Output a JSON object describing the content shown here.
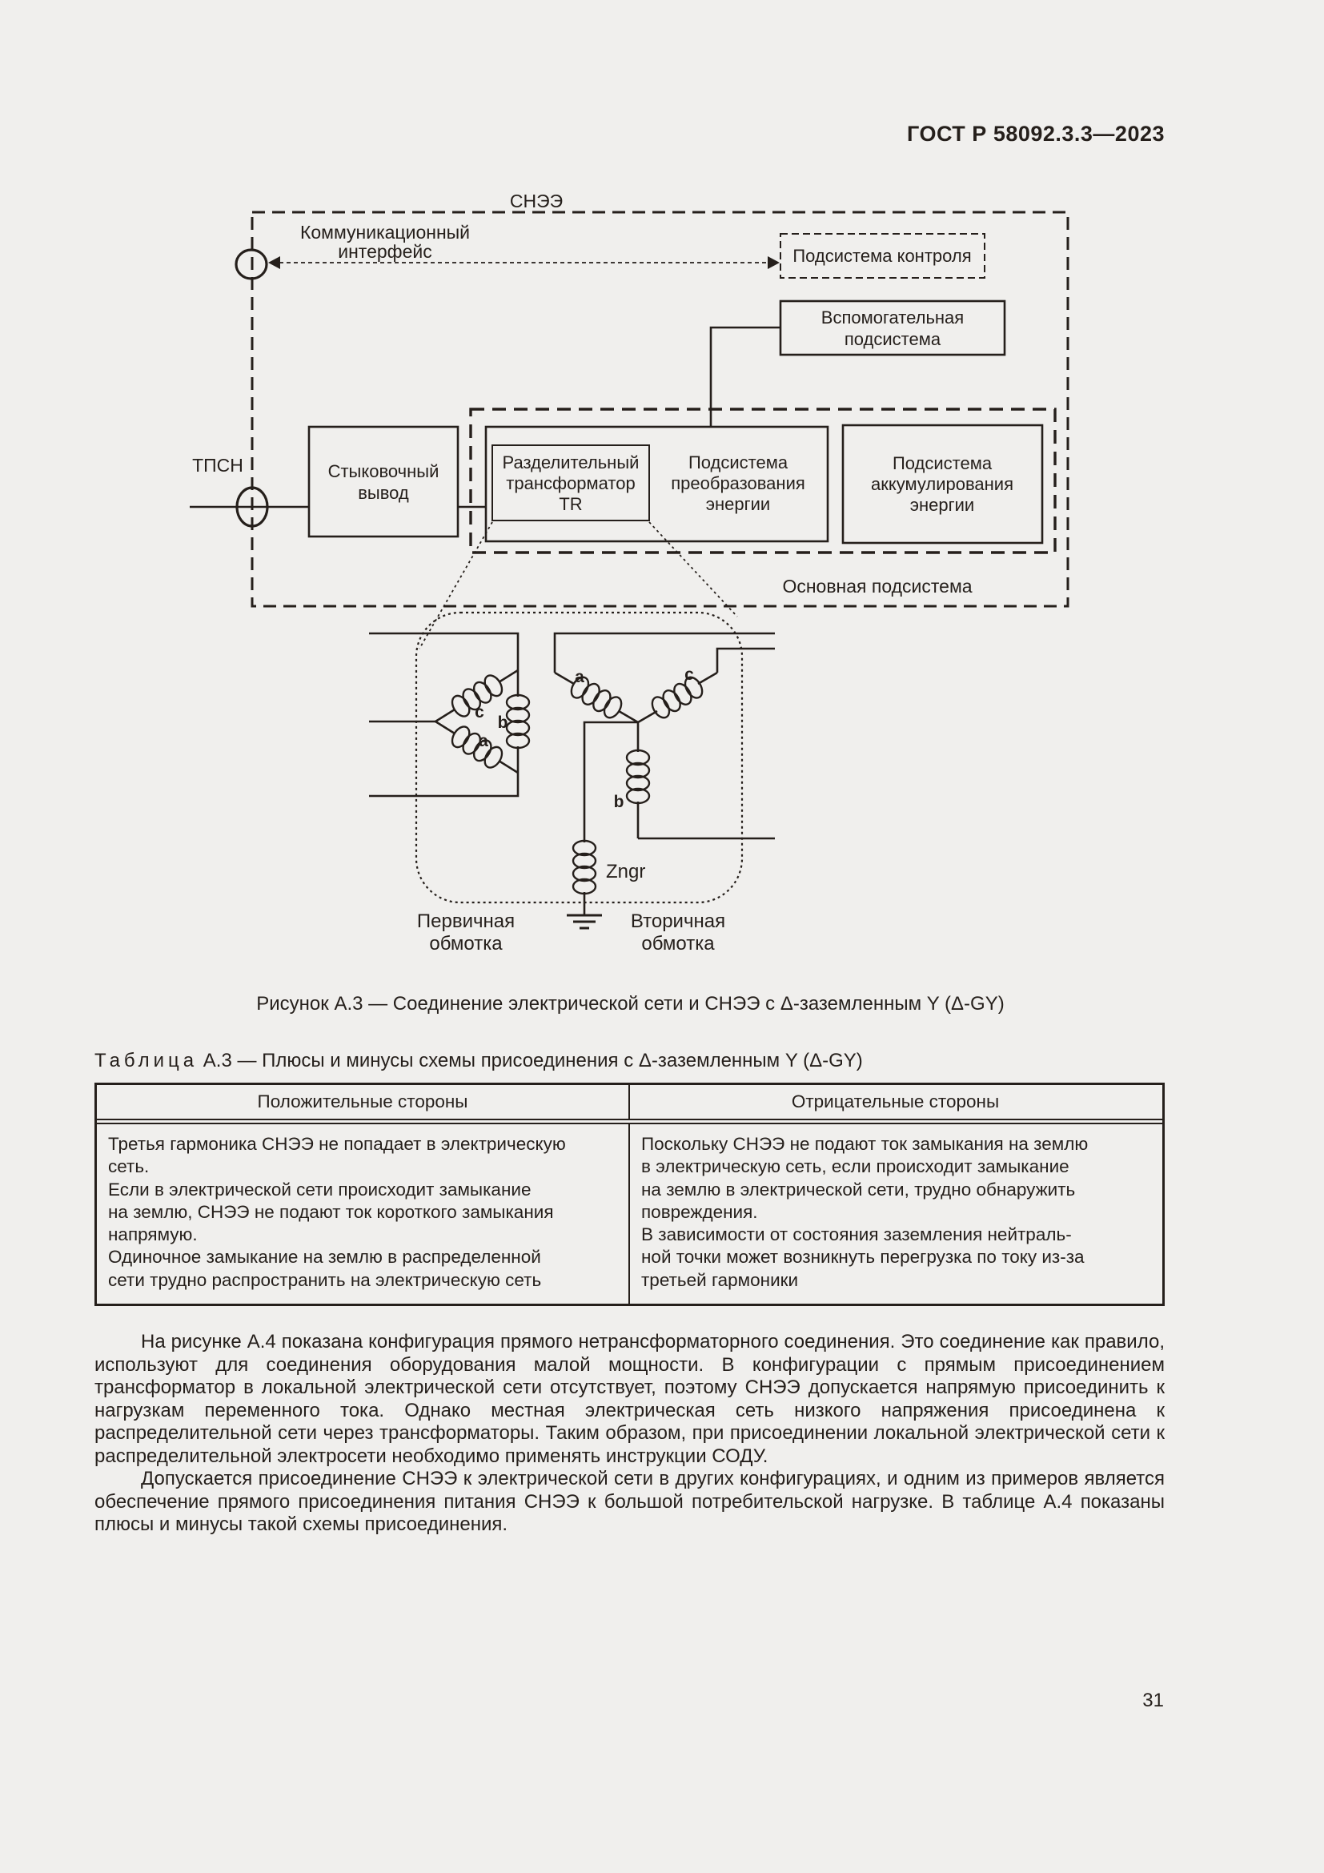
{
  "page": {
    "header": "ГОСТ Р 58092.3.3—2023",
    "number": "31"
  },
  "figure": {
    "system_label": "СНЭЭ",
    "comm_interface_line1": "Коммуникационный",
    "comm_interface_line2": "интерфейс",
    "control_box": "Подсистема контроля",
    "aux_line1": "Вспомогательная",
    "aux_line2": "подсистема",
    "tpsn_label": "ТПСН",
    "docking_line1": "Стыковочный",
    "docking_line2": "вывод",
    "tr_line1": "Разделительный",
    "tr_line2": "трансформатор",
    "tr_line3": "TR",
    "conv_line1": "Подсистема",
    "conv_line2": "преобразования",
    "conv_line3": "энергии",
    "storage_line1": "Подсистема",
    "storage_line2": "аккумулирования",
    "storage_line3": "энергии",
    "main_subsystem_label": "Основная подсистема",
    "delta_coil_a": "a",
    "delta_coil_b": "b",
    "delta_coil_c": "c",
    "wye_coil_a": "a",
    "wye_coil_b": "b",
    "wye_coil_c": "c",
    "zngr_label": "Zngr",
    "primary_line1": "Первичная",
    "primary_line2": "обмотка",
    "secondary_line1": "Вторичная",
    "secondary_line2": "обмотка",
    "caption": "Рисунок А.3 — Соединение электрической сети и СНЭЭ с Δ-заземленным Y (Δ-GY)"
  },
  "table": {
    "caption_label": "Таблица",
    "caption_rest": " А.3 — Плюсы и минусы схемы присоединения с Δ-заземленным Y (Δ-GY)",
    "col1_header": "Положительные стороны",
    "col2_header": "Отрицательные стороны",
    "col1_text": "Третья гармоника СНЭЭ не попадает в электрическую\nсеть.\nЕсли в электрической сети происходит замыкание\nна землю, СНЭЭ не подают ток короткого замыкания\nнапрямую.\nОдиночное замыкание на землю в распределенной\nсети трудно распространить на электрическую сеть",
    "col2_text": "Поскольку СНЭЭ не подают ток замыкания на землю\nв электрическую сеть, если происходит замыкание\nна землю в электрической сети, трудно обнаружить\nповреждения.\nВ зависимости от состояния заземления нейтраль-\nной точки может возникнуть перегрузка по току из-за\nтретьей гармоники"
  },
  "paragraphs": [
    {
      "text": "На рисунке А.4 показана конфигурация прямого нетрансформаторного соединения. Это соединение как правило, используют для соединения оборудования малой мощности. В конфигурации с прямым присоединением трансформатор в локальной электрической сети отсутствует, поэтому СНЭЭ допускается напрямую присоединить к нагрузкам переменного тока. Однако местная электрическая сеть низкого напряжения присоединена к распределительной сети через трансформаторы. Таким образом, при присоединении локальной электрической сети к распределительной электросети необходимо применять инструкции СОДУ."
    },
    {
      "text": "Допускается присоединение СНЭЭ к электрической сети в других конфигурациях, и одним из примеров является обеспечение прямого присоединения питания СНЭЭ к большой потребительской нагрузке. В таблице А.4 показаны плюсы и минусы такой схемы присоединения."
    }
  ]
}
